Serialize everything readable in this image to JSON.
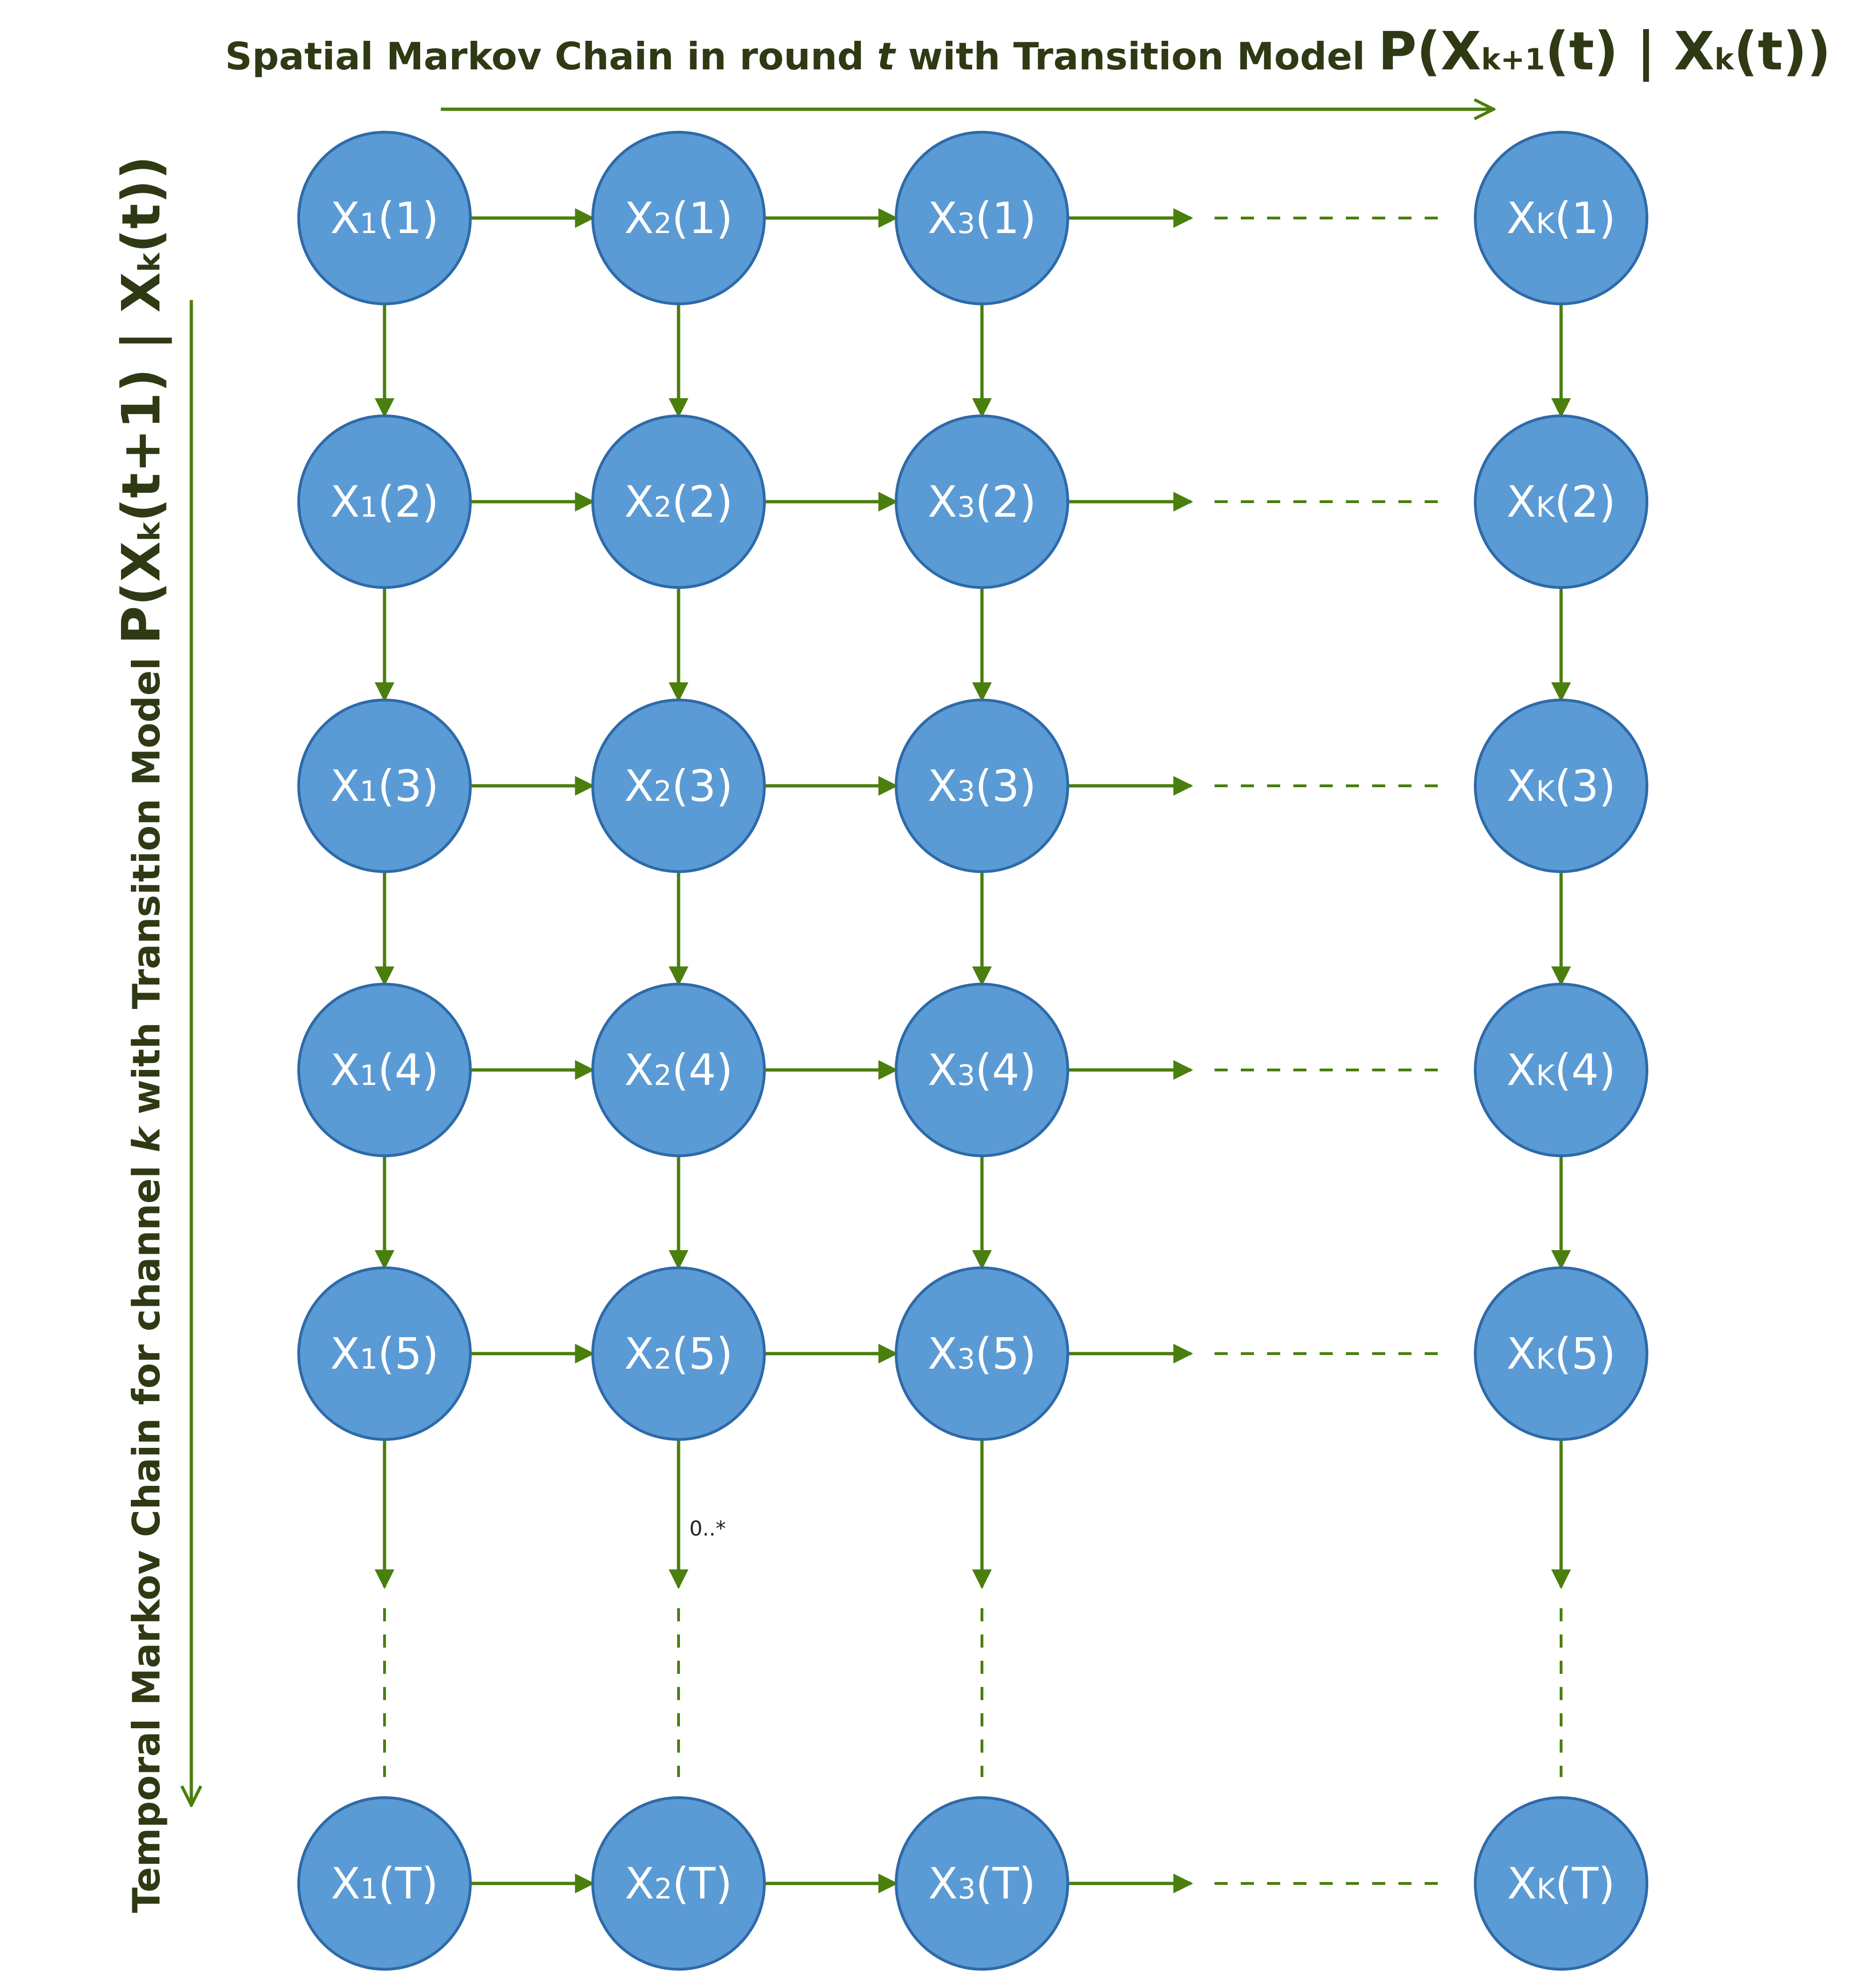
{
  "colors": {
    "node_fill": "#5b9bd5",
    "node_stroke": "#2e6aa8",
    "edge": "#4a7f0e",
    "title": "#2f3a14"
  },
  "spatial_title": {
    "prefix": "Spatial Markov Chain in round ",
    "var": "t",
    "middle": " with Transition Model ",
    "formula_a": "P(X",
    "sub_a": "k+1",
    "formula_b": "(t) | X",
    "sub_b": "k",
    "formula_c": "(t))"
  },
  "temporal_title": {
    "prefix": "Temporal Markov Chain for channel ",
    "var": "k",
    "middle": " with Transition Model ",
    "formula_a": "P(X",
    "sub_a": "k",
    "formula_b": "(t+1) | X",
    "sub_b": "k",
    "formula_c": "(t))"
  },
  "multiplicity_label": "0..*",
  "columns": [
    {
      "id": "c1",
      "base": "X",
      "sub": "1"
    },
    {
      "id": "c2",
      "base": "X",
      "sub": "2"
    },
    {
      "id": "c3",
      "base": "X",
      "sub": "3"
    },
    {
      "id": "cK",
      "base": "X",
      "sub": "K"
    }
  ],
  "rows": [
    {
      "id": "r1",
      "index": "(1)"
    },
    {
      "id": "r2",
      "index": "(2)"
    },
    {
      "id": "r3",
      "index": "(3)"
    },
    {
      "id": "r4",
      "index": "(4)"
    },
    {
      "id": "r5",
      "index": "(5)"
    },
    {
      "id": "rT",
      "index": "(T)"
    }
  ]
}
